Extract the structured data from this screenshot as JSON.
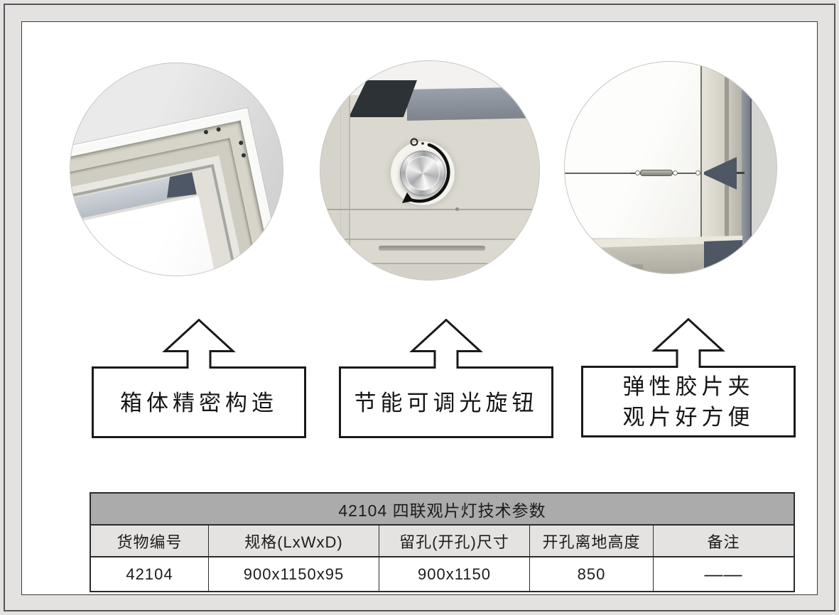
{
  "page": {
    "background": "#e3e2e0"
  },
  "photos": [
    {
      "name": "frame-corner-photo"
    },
    {
      "name": "dimmer-knob-photo"
    },
    {
      "name": "film-clip-photo"
    }
  ],
  "callouts": [
    {
      "lines": [
        "箱体精密构造"
      ]
    },
    {
      "lines": [
        "节能可调光旋钮"
      ]
    },
    {
      "lines": [
        "弹性胶片夹",
        "观片好方便"
      ]
    }
  ],
  "table": {
    "title": "42104 四联观片灯技术参数",
    "headers": [
      "货物编号",
      "规格(LxWxD)",
      "留孔(开孔)尺寸",
      "开孔离地高度",
      "备注"
    ],
    "rows": [
      [
        "42104",
        "900x1150x95",
        "900x1150",
        "850",
        "——"
      ]
    ]
  },
  "colors": {
    "table_title_bg": "#ababab",
    "table_header_bg": "#e4e3e1",
    "table_border": "#2b2b2b",
    "callout_border": "#1a1a1a",
    "slate_accent": "#4e5763",
    "panel_beige": "#dbd9cf"
  }
}
